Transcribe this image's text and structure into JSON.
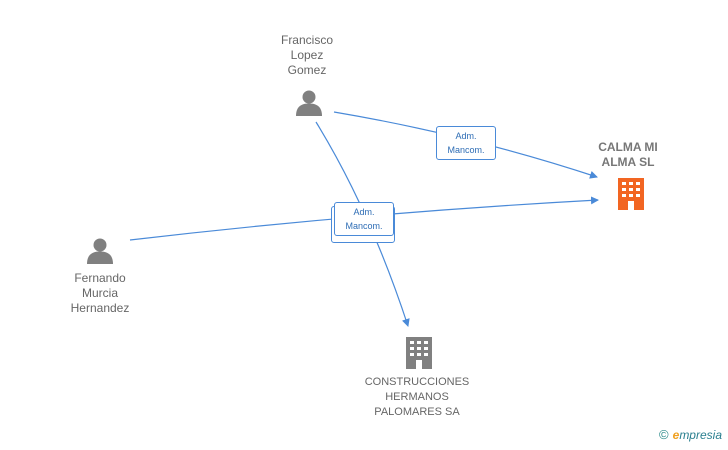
{
  "nodes": {
    "francisco": {
      "label": "Francisco\nLopez\nGomez",
      "type": "person"
    },
    "fernando": {
      "label": "Fernando\nMurcia\nHernandez",
      "type": "person"
    },
    "calma": {
      "label": "CALMA MI\nALMA  SL",
      "type": "company-main"
    },
    "construcciones": {
      "label": "CONSTRUCCIONES\nHERMANOS\nPALOMARES SA",
      "type": "company"
    }
  },
  "edges": {
    "badge1": "Adm.\nMancom.",
    "badge2": "Adm.\nMancom."
  },
  "colors": {
    "edge": "#4a8ad8",
    "person": "#808080",
    "company_main": "#f26522",
    "company": "#808080"
  },
  "footer": {
    "copyright": "©",
    "brand_first": "e",
    "brand_rest": "mpresia"
  }
}
